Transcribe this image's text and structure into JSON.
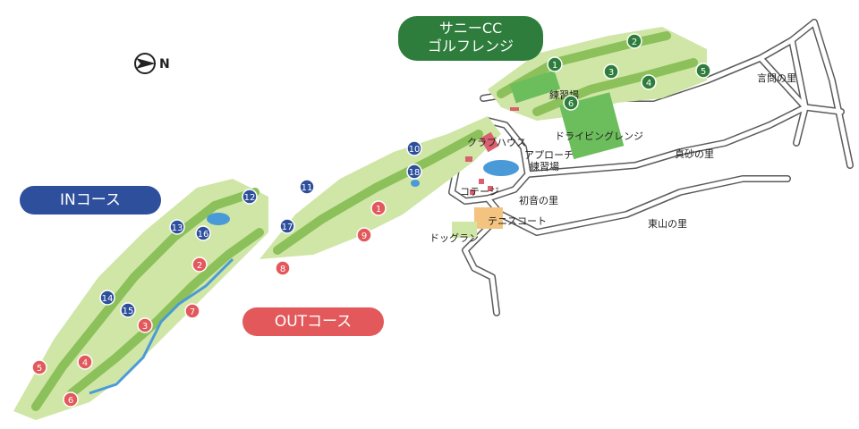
{
  "colors": {
    "fairway": "#cfe6a6",
    "fairway_dark": "#8cc05a",
    "range": "#6cbd5c",
    "road": "#5b5b5b",
    "water": "#4b9ad8",
    "building": "#d9606e",
    "in_course": "#2e4f9c",
    "out_course": "#e2585b",
    "sunny_range": "#2e7d3c",
    "tennis": "#f4c37f"
  },
  "labels": {
    "range_name_1": "サニーCC",
    "range_name_2": "ゴルフレンジ",
    "in_course": "INコース",
    "out_course": "OUTコース",
    "compass": "N"
  },
  "places": [
    {
      "id": "practice",
      "text": "練習場"
    },
    {
      "id": "clubhouse",
      "text": "クラブハウス"
    },
    {
      "id": "driving",
      "text": "ドライビングレンジ"
    },
    {
      "id": "approach1",
      "text": "アプローチ"
    },
    {
      "id": "approach2",
      "text": "練習場"
    },
    {
      "id": "cottage",
      "text": "コテージ"
    },
    {
      "id": "hatsune",
      "text": "初音の里"
    },
    {
      "id": "tennis",
      "text": "テニスコート"
    },
    {
      "id": "dogrun",
      "text": "ドッグラン"
    },
    {
      "id": "kotoi",
      "text": "言問の里"
    },
    {
      "id": "masago",
      "text": "真砂の里"
    },
    {
      "id": "higashiyama",
      "text": "東山の里"
    }
  ],
  "holes": {
    "range": [
      "1",
      "2",
      "3",
      "4",
      "5",
      "6"
    ],
    "in": [
      "10",
      "11",
      "12",
      "13",
      "14",
      "15",
      "16",
      "17",
      "18"
    ],
    "out": [
      "1",
      "2",
      "3",
      "4",
      "5",
      "6",
      "7",
      "8",
      "9"
    ]
  }
}
